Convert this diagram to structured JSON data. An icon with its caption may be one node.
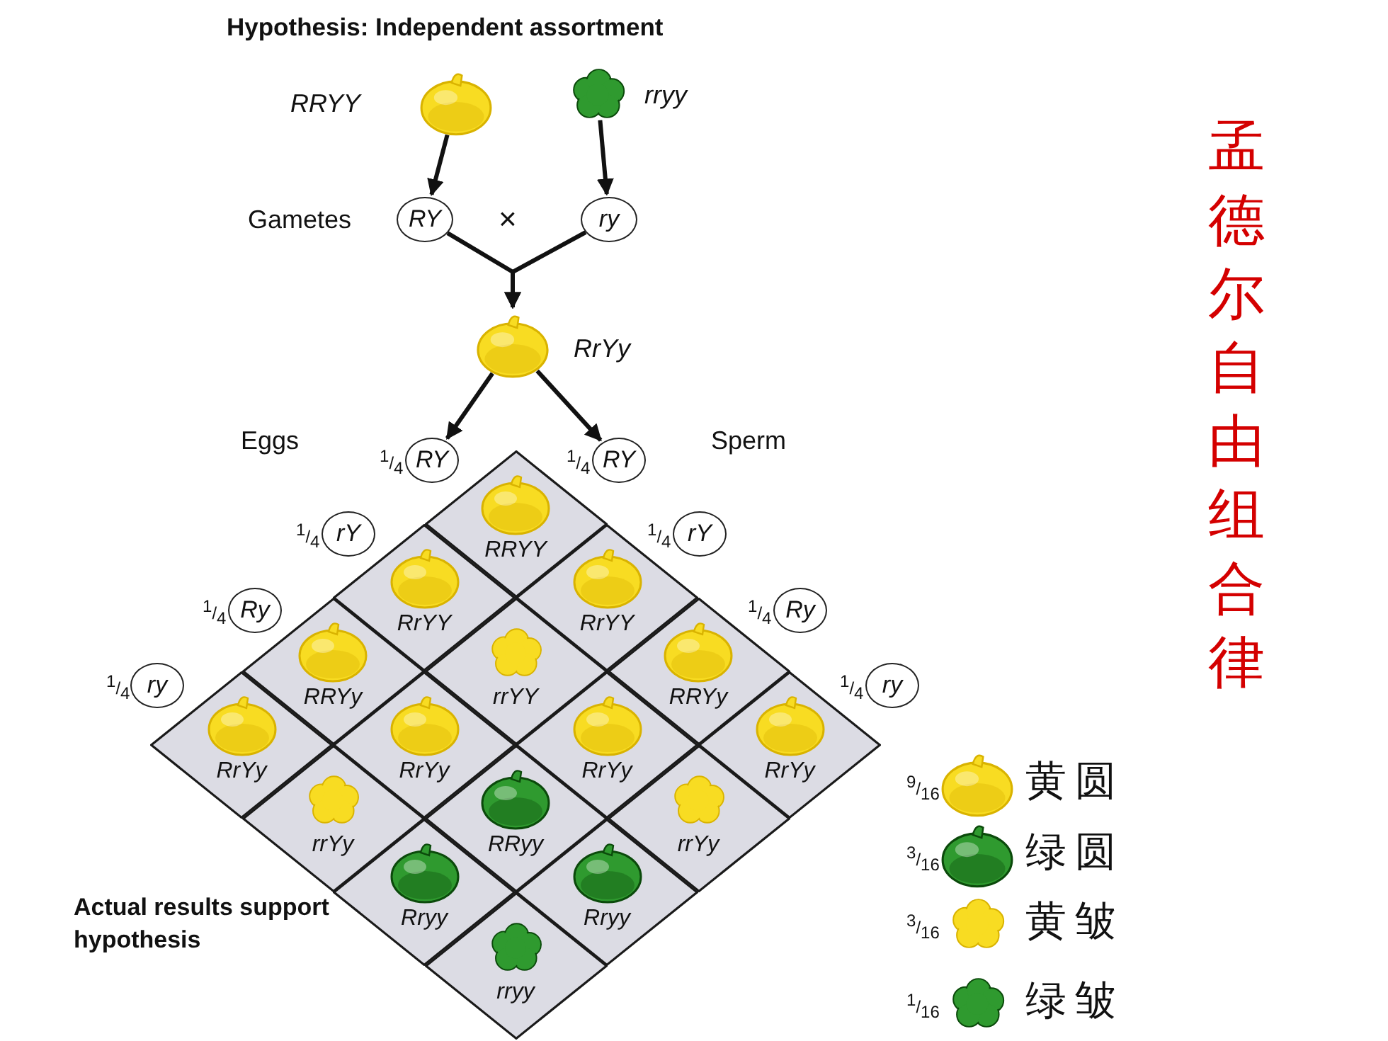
{
  "diagram": {
    "title": "Hypothesis: Independent assortment",
    "nodes": [
      {
        "text": [],
        "shape": "picture",
        "beside": [
          "RRYY"
        ]
      },
      {
        "text": [],
        "shape": "picture",
        "beside": [
          "rryy"
        ]
      },
      {
        "text": [
          "RY"
        ]
      },
      {
        "text": [
          "ry"
        ]
      },
      {
        "text": [],
        "shape": "picture",
        "beside": [
          "RrYy"
        ]
      },
      {
        "text": [
          "RY"
        ],
        "beside": [
          "$^{1}$/$_{4}$"
        ]
      },
      {
        "text": [
          "rY"
        ],
        "beside": [
          "$^{1}$/$_{4}$"
        ]
      },
      {
        "text": [
          "Ry"
        ],
        "beside": [
          "$^{1}$/$_{4}$"
        ]
      },
      {
        "text": [
          "ry"
        ],
        "beside": [
          "$^{1}$/$_{4}$"
        ]
      },
      {
        "text": [
          "RY"
        ],
        "beside": [
          "$^{1}$/$_{4}$"
        ]
      },
      {
        "text": [
          "rY"
        ],
        "beside": [
          "$^{1}$/$_{4}$"
        ]
      },
      {
        "text": [
          "Ry"
        ],
        "beside": [
          "$^{1}$/$_{4}$"
        ]
      },
      {
        "text": [
          "ry"
        ],
        "beside": [
          "$^{1}$/$_{4}$"
        ]
      },
      {
        "text": [
          "RRYY"
        ]
      },
      {
        "text": [
          "RrYY"
        ]
      },
      {
        "text": [
          "RrYY"
        ]
      },
      {
        "text": [
          "RRYy"
        ]
      },
      {
        "text": [
          "rrYY"
        ]
      },
      {
        "text": [
          "RRYy"
        ]
      },
      {
        "text": [
          "RrYy"
        ]
      },
      {
        "text": [
          "RrYy"
        ]
      },
      {
        "text": [
          "RrYy"
        ]
      },
      {
        "text": [
          "RrYy"
        ]
      },
      {
        "text": [
          "rrYy"
        ]
      },
      {
        "text": [
          "RRyy"
        ]
      },
      {
        "text": [
          "rrYy"
        ]
      },
      {
        "text": [
          "Rryy"
        ]
      },
      {
        "text": [
          "Rryy"
        ]
      },
      {
        "text": [
          "rryy"
        ]
      }
    ],
    "edges": [
      {
        "from": 0,
        "to": 2,
        "arrow": "to"
      },
      {
        "from": 1,
        "to": 3,
        "arrow": "to"
      },
      {
        "from": 2,
        "to": 4,
        "arrow": "to"
      },
      {
        "from": 3,
        "to": 4,
        "arrow": "to"
      },
      {
        "from": 4,
        "to": 5,
        "arrow": "to"
      },
      {
        "from": 4,
        "to": 9,
        "arrow": "to"
      }
    ],
    "labels": [
      "Gametes",
      "×",
      "Eggs",
      "Sperm",
      "Actual results support hypothesis",
      "$^{9}$/$_{16}$",
      "$^{3}$/$_{16}$",
      "$^{3}$/$_{16}$",
      "$^{1}$/$_{16}$",
      "孟德尔自由组合律"
    ],
    "legend": [
      {
        "text": "黄圆"
      },
      {
        "text": "绿圆"
      },
      {
        "text": "黄皱"
      },
      {
        "text": "绿皱"
      }
    ]
  }
}
